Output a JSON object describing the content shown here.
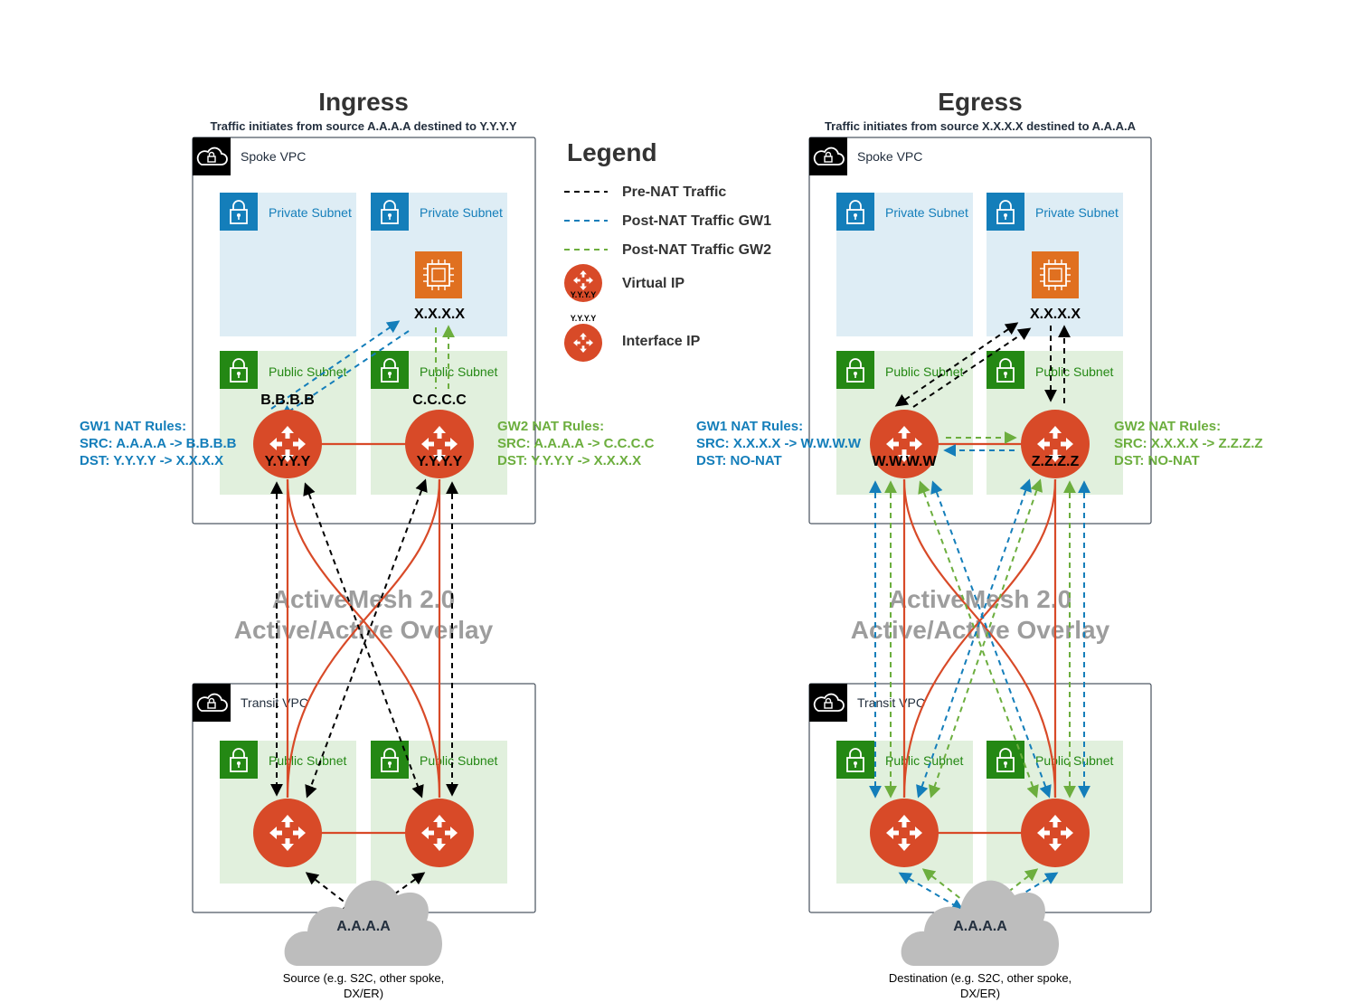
{
  "colors": {
    "router": "#d84a28",
    "pre_nat": "#000000",
    "post_nat_gw1": "#147eba",
    "post_nat_gw2": "#6cae3e",
    "private_subnet_bg": "#deedf5",
    "public_subnet_bg": "#e1f0dd",
    "private_icon": "#147eba",
    "public_icon": "#248814",
    "instance": "#e07020",
    "cloud": "#bdbdbd"
  },
  "ingress": {
    "title": "Ingress",
    "subtitle": "Traffic initiates from source A.A.A.A destined to Y.Y.Y.Y",
    "spoke_vpc_label": "Spoke VPC",
    "private_subnet_1": "Private Subnet",
    "private_subnet_2": "Private Subnet",
    "instance_ip": "X.X.X.X",
    "public_subnet_1": "Public Subnet",
    "public_subnet_2": "Public Subnet",
    "gw1_interface_ip": "B.B.B.B",
    "gw2_interface_ip": "C.C.C.C",
    "gw1_virtual_ip": "Y.Y.Y.Y",
    "gw2_virtual_ip": "Y.Y.Y.Y",
    "gw1_rules": [
      "GW1 NAT Rules:",
      "SRC: A.A.A.A -> B.B.B.B",
      "DST: Y.Y.Y.Y -> X.X.X.X"
    ],
    "gw2_rules": [
      "GW2 NAT Rules:",
      "SRC: A.A.A.A -> C.C.C.C",
      "DST: Y.Y.Y.Y -> X.X.X.X"
    ],
    "mesh_line1": "ActiveMesh 2.0",
    "mesh_line2": "Active/Active Overlay",
    "transit_vpc_label": "Transit VPC",
    "transit_public_subnet_1": "Public Subnet",
    "transit_public_subnet_2": "Public Subnet",
    "cloud_label": "A.A.A.A",
    "caption_line1": "Source (e.g. S2C, other spoke,",
    "caption_line2": "DX/ER)"
  },
  "egress": {
    "title": "Egress",
    "subtitle": "Traffic initiates from source X.X.X.X destined to A.A.A.A",
    "spoke_vpc_label": "Spoke VPC",
    "private_subnet_1": "Private Subnet",
    "private_subnet_2": "Private Subnet",
    "instance_ip": "X.X.X.X",
    "public_subnet_1": "Public Subnet",
    "public_subnet_2": "Public Subnet",
    "gw1_virtual_ip": "W.W.W.W",
    "gw2_virtual_ip": "Z.Z.Z.Z",
    "gw1_rules": [
      "GW1 NAT Rules:",
      "SRC: X.X.X.X -> W.W.W.W",
      "DST: NO-NAT"
    ],
    "gw2_rules": [
      "GW2 NAT Rules:",
      "SRC: X.X.X.X -> Z.Z.Z.Z",
      "DST: NO-NAT"
    ],
    "mesh_line1": "ActiveMesh 2.0",
    "mesh_line2": "Active/Active Overlay",
    "transit_vpc_label": "Transit VPC",
    "transit_public_subnet_1": "Public Subnet",
    "transit_public_subnet_2": "Public Subnet",
    "cloud_label": "A.A.A.A",
    "caption_line1": "Destination (e.g. S2C, other spoke,",
    "caption_line2": "DX/ER)"
  },
  "legend": {
    "title": "Legend",
    "items": [
      "Pre-NAT Traffic",
      "Post-NAT Traffic GW1",
      "Post-NAT Traffic GW2",
      "Virtual IP",
      "Interface IP"
    ],
    "virtual_ip_sample": "Y.Y.Y.Y",
    "interface_ip_sample": "Y.Y.Y.Y"
  }
}
